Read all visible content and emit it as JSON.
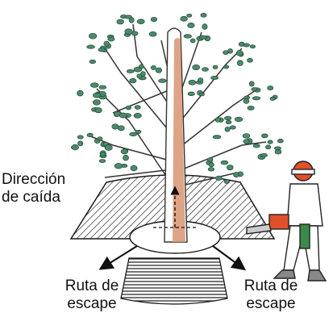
{
  "labels": {
    "fall_direction": [
      "Dirección",
      "de caída"
    ],
    "escape_left": [
      "Ruta de",
      "escape"
    ],
    "escape_right": [
      "Ruta de",
      "escape"
    ]
  },
  "colors": {
    "hatch": "#1a1a1a",
    "trunk": "#d99a78",
    "leaf": "#4a8a6a",
    "helmet": "#e0502a",
    "chainsaw": "#e0502a",
    "pants": "#3a8a4a"
  },
  "icons": {
    "tree": "deciduous-tree",
    "worker": "lumberjack-with-chainsaw",
    "arrow": "direction-arrow"
  }
}
